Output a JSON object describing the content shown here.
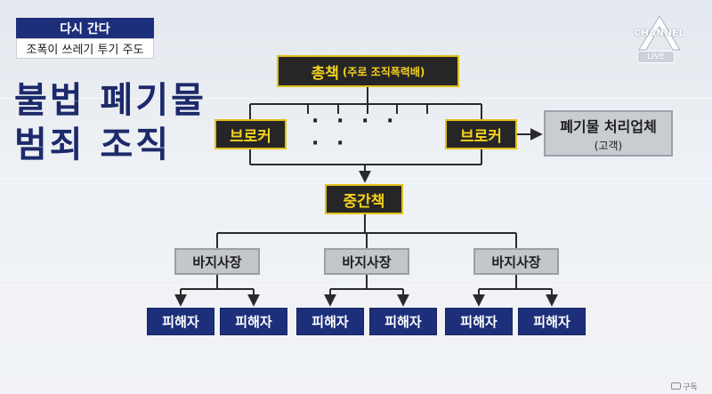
{
  "banner": {
    "program": "다시 간다",
    "headline": "조폭이 쓰레기 투기 주도"
  },
  "title": {
    "line1": "불법 폐기물",
    "line2": "범죄 조직"
  },
  "channel": {
    "logo_icon": "channel-a-logo-icon",
    "name": "CHANNEL",
    "live": "LIVE"
  },
  "diagram": {
    "boss": {
      "label": "총책",
      "note": "(주로 조직폭력배)"
    },
    "brokers": [
      "브로커",
      "브로커"
    ],
    "ellipsis": "· · · · · ·",
    "client": {
      "label": "폐기물 처리업체",
      "note": "(고객)"
    },
    "middleman": "중간책",
    "proxies": [
      "바지사장",
      "바지사장",
      "바지사장"
    ],
    "victims": [
      "피해자",
      "피해자",
      "피해자",
      "피해자",
      "피해자",
      "피해자"
    ]
  },
  "watermark": {
    "icon": "subscribe-icon",
    "text": "구독"
  },
  "colors": {
    "navy": "#1d2f7a",
    "dark_box": "#262626",
    "yellow_text": "#f5d21c",
    "gray_box": "#c3c6cb"
  }
}
